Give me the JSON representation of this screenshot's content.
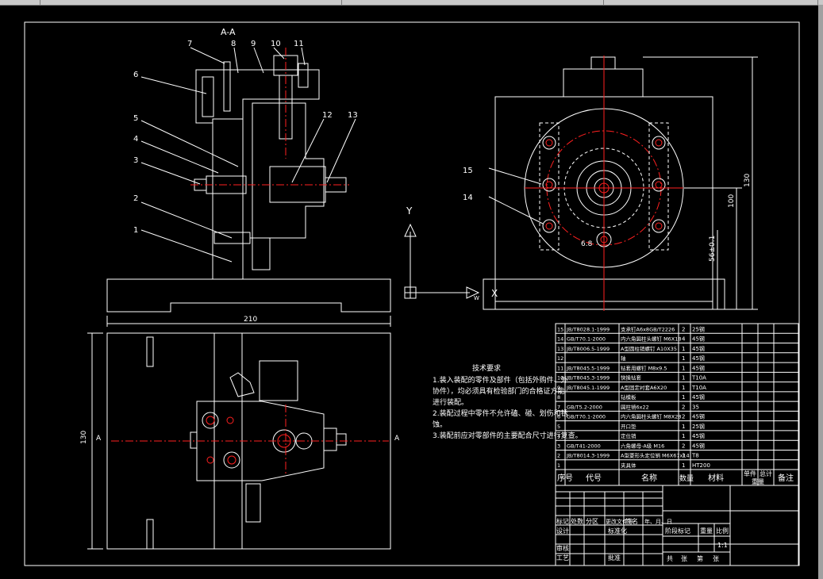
{
  "window": {
    "toolbar_segments": 4
  },
  "section_label": "A-A",
  "dimensions": {
    "base_width": "210",
    "plan_height": "130",
    "front_height": "130",
    "front_mid": "100",
    "front_inner": "56±0.1",
    "hole_callout": "6.8",
    "ucs_x": "X",
    "ucs_y": "Y",
    "ucs_w": "W"
  },
  "part_callouts": [
    "1",
    "2",
    "3",
    "4",
    "5",
    "6",
    "7",
    "8",
    "9",
    "10",
    "11",
    "12",
    "13",
    "14",
    "15"
  ],
  "section_markers": {
    "left": "A",
    "right": "A"
  },
  "notes": {
    "title": "技术要求",
    "lines": [
      "1.装入装配的零件及部件（包括外购件、外",
      "协件），均必须具有检验部门的合格证方能",
      "进行装配。",
      "2.装配过程中零件不允许磕、碰、划伤和锈",
      "蚀。",
      "3.装配前应对零部件的主要配合尺寸进行复查。"
    ]
  },
  "bom": {
    "rows": [
      {
        "no": "15",
        "code": "JB/T8028.1-1999",
        "name": "支承钉A6x8GB/T2226",
        "qty": "2",
        "mat": "25钢"
      },
      {
        "no": "14",
        "code": "GB/T70.1-2000",
        "name": "内六角圆柱头螺钉 M6X18",
        "qty": "4",
        "mat": "45钢"
      },
      {
        "no": "13",
        "code": "JB/T8006.5-1999",
        "name": "A型圆柱销螺钉 A10X35",
        "qty": "1",
        "mat": "45钢"
      },
      {
        "no": "12",
        "code": "",
        "name": "轴",
        "qty": "1",
        "mat": "45钢"
      },
      {
        "no": "11",
        "code": "JB/T8045.5-1999",
        "name": "钻套用螺钉 M8x9.5",
        "qty": "1",
        "mat": "45钢"
      },
      {
        "no": "10",
        "code": "JB/T8045.3-1999",
        "name": "快换钻套",
        "qty": "1",
        "mat": "T10A"
      },
      {
        "no": "9",
        "code": "JB/T8045.1-1999",
        "name": "A型固定衬套A6X20",
        "qty": "1",
        "mat": "T10A"
      },
      {
        "no": "8",
        "code": "",
        "name": "钻模板",
        "qty": "1",
        "mat": "45钢"
      },
      {
        "no": "7",
        "code": "GB/T5.2-2000",
        "name": "圆柱销6x22",
        "qty": "2",
        "mat": "35"
      },
      {
        "no": "6",
        "code": "GB/T70.1-2000",
        "name": "内六角圆柱头螺钉 M8X28",
        "qty": "2",
        "mat": "45钢"
      },
      {
        "no": "5",
        "code": "",
        "name": "开口垫",
        "qty": "1",
        "mat": "25钢"
      },
      {
        "no": "4",
        "code": "",
        "name": "定位销",
        "qty": "1",
        "mat": "45钢"
      },
      {
        "no": "3",
        "code": "GB/T41-2000",
        "name": "六角螺母-A级 M16",
        "qty": "2",
        "mat": "45钢"
      },
      {
        "no": "2",
        "code": "JB/T8014.3-1999",
        "name": "A型菱形头定位销 M6X67x14",
        "qty": "1",
        "mat": "T8"
      },
      {
        "no": "1",
        "code": "",
        "name": "夹具体",
        "qty": "1",
        "mat": "HT200"
      }
    ],
    "header": {
      "no": "序号",
      "code": "代号",
      "name": "名称",
      "qty": "数量",
      "mat": "材料",
      "single": "单件",
      "total": "总计",
      "weight": "重量",
      "remark": "备注"
    }
  },
  "title_block": {
    "mark": "标记",
    "count": "处数",
    "zone": "分区",
    "change_no": "更改文件号",
    "sign": "签名",
    "date": "年、月、日",
    "design": "设计",
    "std": "标准化",
    "stage": "阶段标记",
    "weight": "重量",
    "scale": "比例",
    "scale_value": "1:1",
    "check": "审核",
    "process": "工艺",
    "approve": "批准",
    "sheets_total": "共",
    "sheet": "张",
    "sheet_no": "第",
    "sheet_unit": "张"
  }
}
